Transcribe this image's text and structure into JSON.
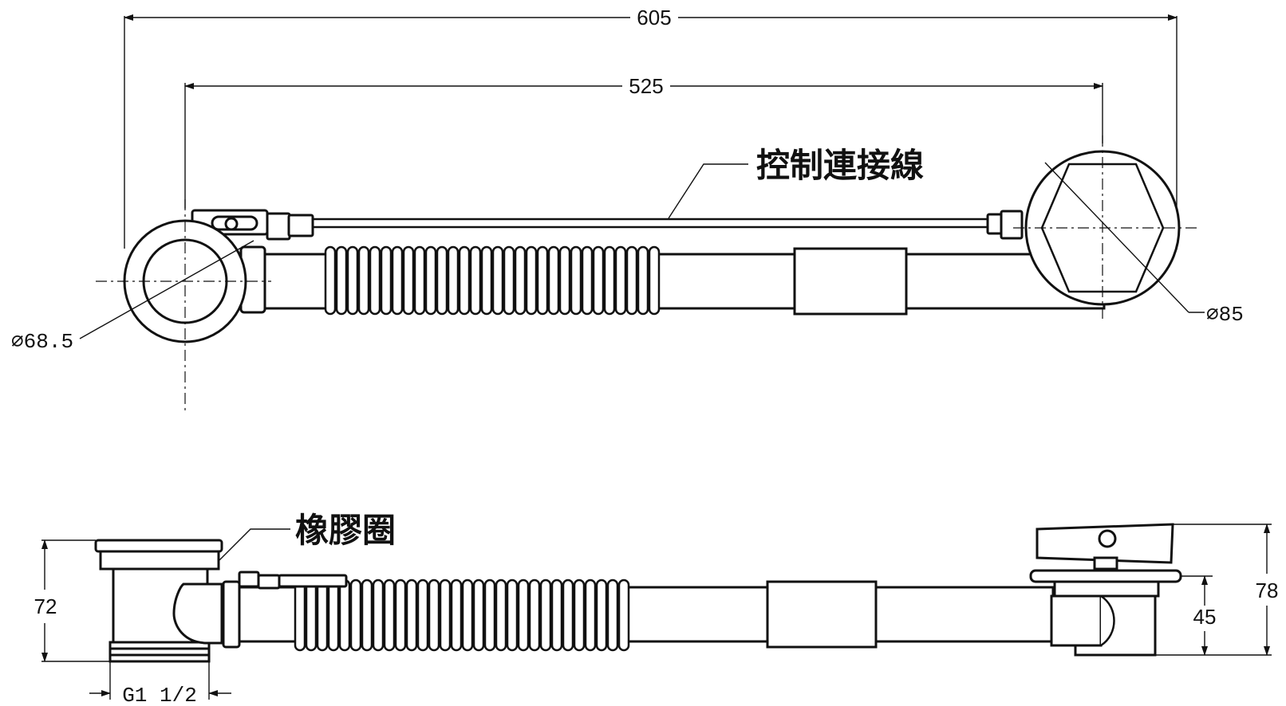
{
  "top_view": {
    "dimensions": {
      "overall_length": "605",
      "center_distance": "525",
      "overflow_diameter": "⌀68.5",
      "waste_diameter": "⌀85"
    },
    "labels": {
      "control_cable": "控制連接線"
    }
  },
  "side_view": {
    "dimensions": {
      "overflow_height": "72",
      "waste_height_total": "78",
      "waste_height_body": "45",
      "thread_size": "G1 1/2"
    },
    "labels": {
      "rubber_gasket": "橡膠圈"
    }
  }
}
